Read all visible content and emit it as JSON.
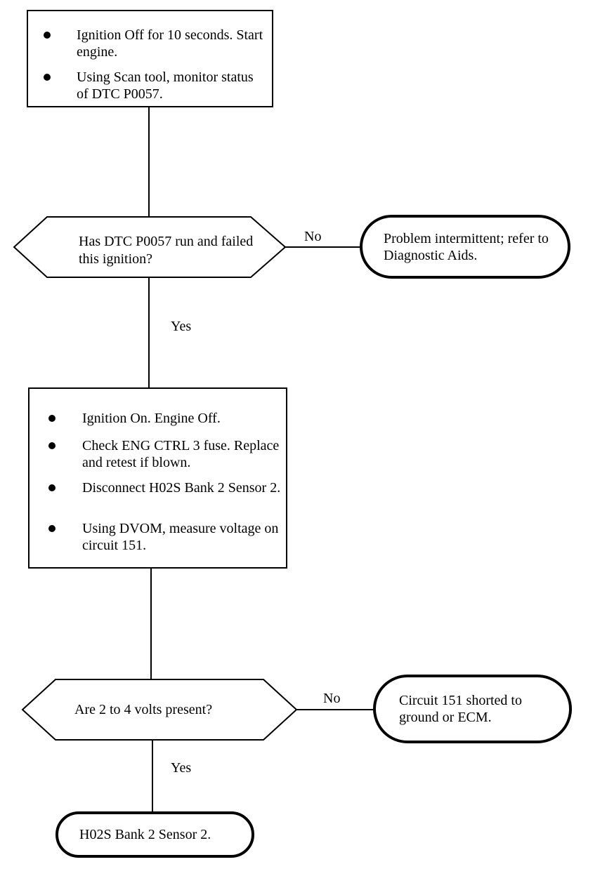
{
  "box1": {
    "steps": [
      "Ignition Off for 10 seconds. Start engine.",
      "Using Scan tool, monitor status of DTC P0057."
    ]
  },
  "decision1": {
    "question": "Has DTC P0057 run and failed this ignition?",
    "no_label": "No",
    "yes_label": "Yes"
  },
  "terminal1": {
    "text": "Problem intermittent; refer to Diagnostic Aids."
  },
  "box2": {
    "steps": [
      "Ignition On. Engine Off.",
      "Check ENG CTRL 3 fuse. Replace and retest if blown.",
      "Disconnect H02S Bank 2 Sensor 2.",
      "Using DVOM, measure voltage on circuit 151."
    ]
  },
  "decision2": {
    "question": "Are 2 to 4 volts present?",
    "no_label": "No",
    "yes_label": "Yes"
  },
  "terminal2": {
    "text": "Circuit 151 shorted to ground or ECM."
  },
  "terminal3": {
    "text": "H02S Bank 2 Sensor 2."
  }
}
